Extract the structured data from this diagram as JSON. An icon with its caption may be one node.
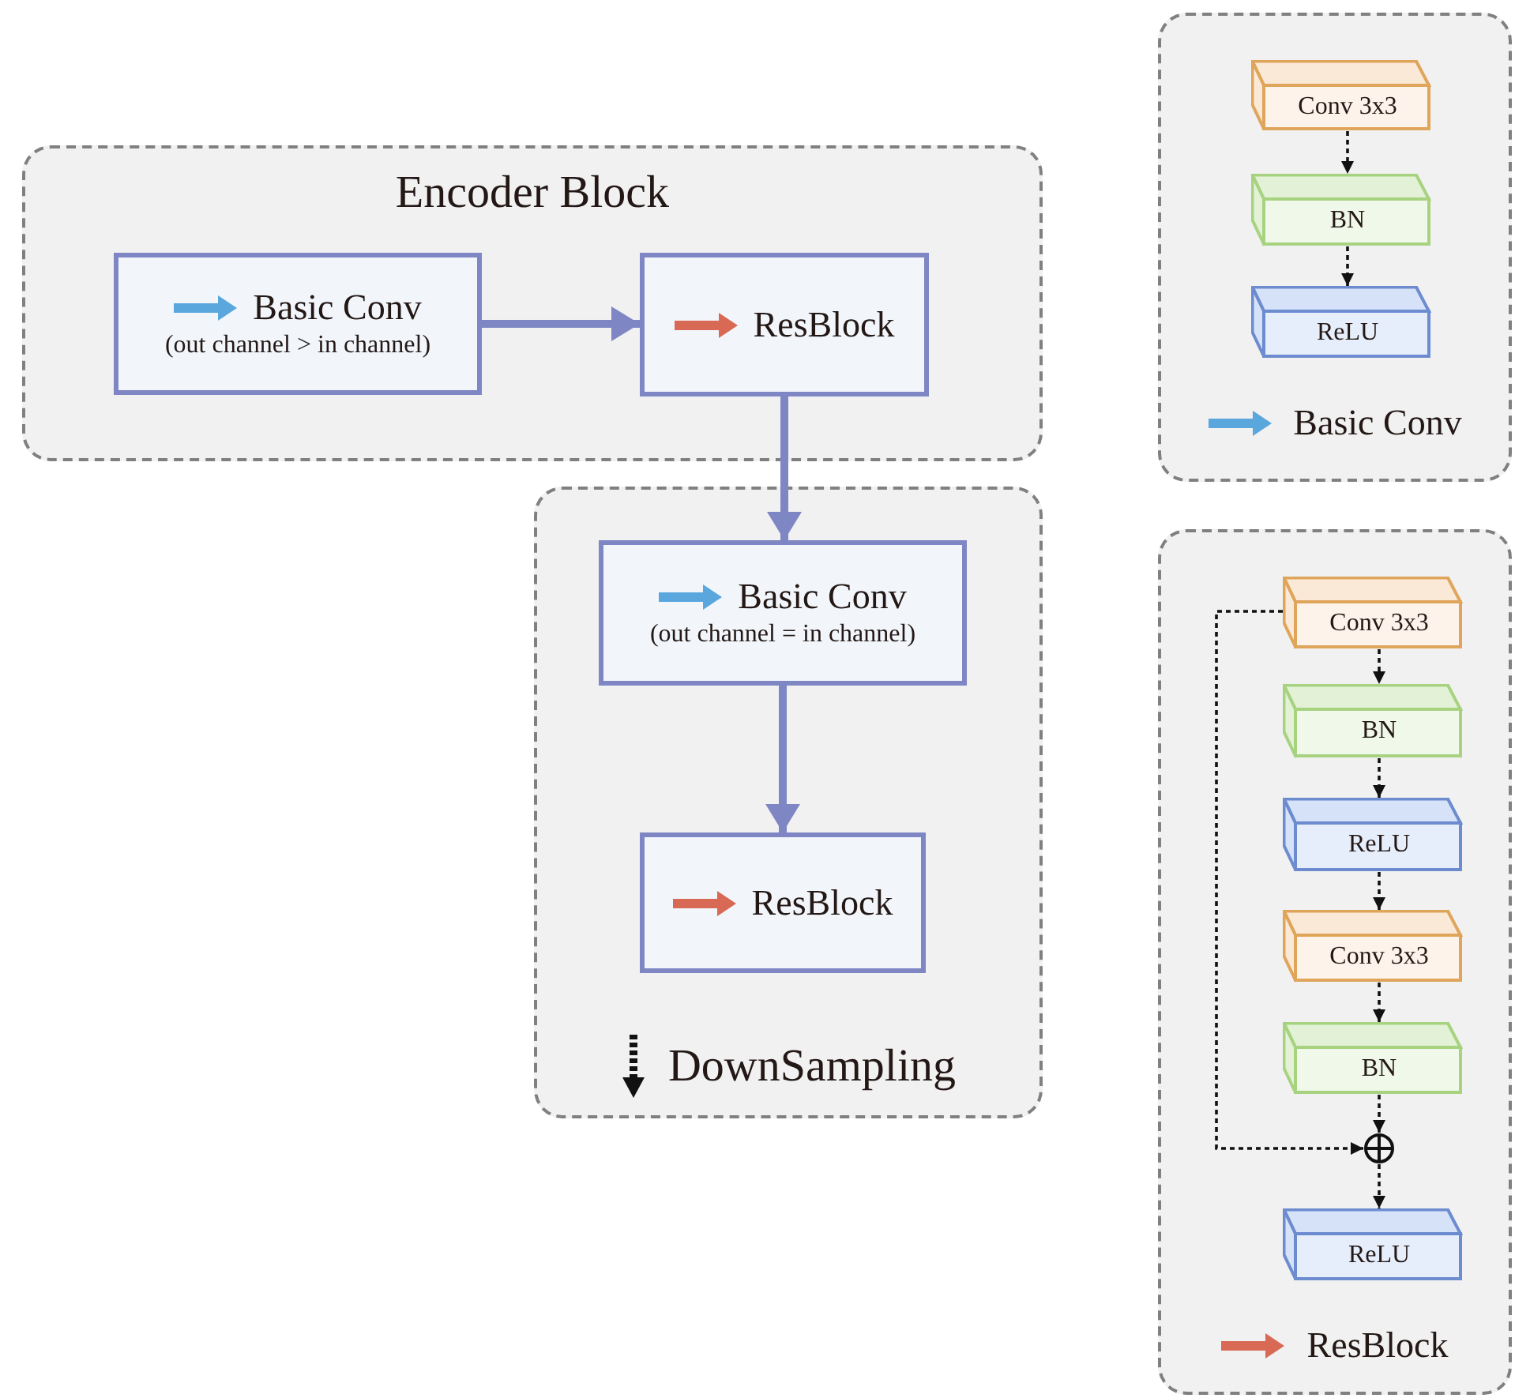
{
  "diagram": {
    "nodes": [
      {
        "text": [
          "Encoder Block"
        ]
      },
      {
        "text": [
          "Basic Conv",
          "(out channel > in channel)"
        ],
        "in": 0
      },
      {
        "text": [
          "ResBlock"
        ],
        "in": 0
      },
      {
        "text": [
          "DownSampling"
        ]
      },
      {
        "text": [
          "Basic Conv",
          "(out channel = in channel)"
        ],
        "in": 3
      },
      {
        "text": [
          "ResBlock"
        ],
        "in": 3
      },
      {
        "text": [
          "Basic Conv"
        ]
      },
      {
        "text": [
          "Conv 3x3"
        ],
        "in": 6
      },
      {
        "text": [
          "BN"
        ],
        "in": 6
      },
      {
        "text": [
          "ReLU"
        ],
        "in": 6
      },
      {
        "text": [
          "ResBlock"
        ]
      },
      {
        "text": [
          "Conv 3x3"
        ],
        "in": 10
      },
      {
        "text": [
          "BN"
        ],
        "in": 10
      },
      {
        "text": [
          "ReLU"
        ],
        "in": 10
      },
      {
        "text": [
          "Conv 3x3"
        ],
        "in": 10
      },
      {
        "text": [
          "BN"
        ],
        "in": 10
      },
      {
        "text": [],
        "shape": "circle",
        "in": 10
      },
      {
        "text": [
          "ReLU"
        ],
        "in": 10
      }
    ],
    "edges": [
      {
        "from": 1,
        "to": 2,
        "arrow": "to",
        "style": "thick",
        "color": "#7f86c4"
      },
      {
        "from": 2,
        "to": 4,
        "arrow": "to",
        "style": "thick",
        "color": "#7f86c4"
      },
      {
        "from": 4,
        "to": 5,
        "arrow": "to",
        "style": "thick",
        "color": "#7f86c4"
      },
      {
        "from": 7,
        "to": 8,
        "arrow": "to",
        "style": "dashed"
      },
      {
        "from": 8,
        "to": 9,
        "arrow": "to",
        "style": "dashed"
      },
      {
        "from": 11,
        "to": 12,
        "arrow": "to",
        "style": "dashed"
      },
      {
        "from": 12,
        "to": 13,
        "arrow": "to",
        "style": "dashed"
      },
      {
        "from": 13,
        "to": 14,
        "arrow": "to",
        "style": "dashed"
      },
      {
        "from": 14,
        "to": 15,
        "arrow": "to",
        "style": "dashed"
      },
      {
        "from": 15,
        "to": 16,
        "arrow": "to",
        "style": "dashed"
      },
      {
        "from": 11,
        "to": 16,
        "arrow": "to",
        "style": "dashed"
      },
      {
        "from": 16,
        "to": 17,
        "arrow": "to",
        "style": "dashed"
      }
    ]
  }
}
